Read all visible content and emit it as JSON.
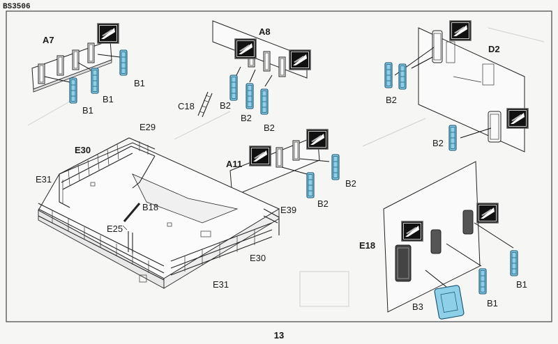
{
  "header": {
    "code": "BS3506"
  },
  "page_number": "13",
  "colors": {
    "photo_etch": "#8ed0e8",
    "ink": "#222222",
    "paper": "#f6f6f4"
  },
  "icons": [
    "photo-etch-bending-icon"
  ],
  "labels": {
    "a7": "A7",
    "a8": "A8",
    "d2": "D2",
    "a11": "A11",
    "e18": "E18",
    "b1_a": "B1",
    "b1_b": "B1",
    "b1_c": "B1",
    "b1_d": "B1",
    "b1_e": "B1",
    "b2_a": "B2",
    "b2_b": "B2",
    "b2_c": "B2",
    "b2_d": "B2",
    "b2_e": "B2",
    "b2_f": "B2",
    "b3": "B3",
    "c18": "C18",
    "e29": "E29",
    "e30_a": "E30",
    "e30_b": "E30",
    "e31_a": "E31",
    "e31_b": "E31",
    "b18": "B18",
    "e25": "E25",
    "e39": "E39"
  }
}
